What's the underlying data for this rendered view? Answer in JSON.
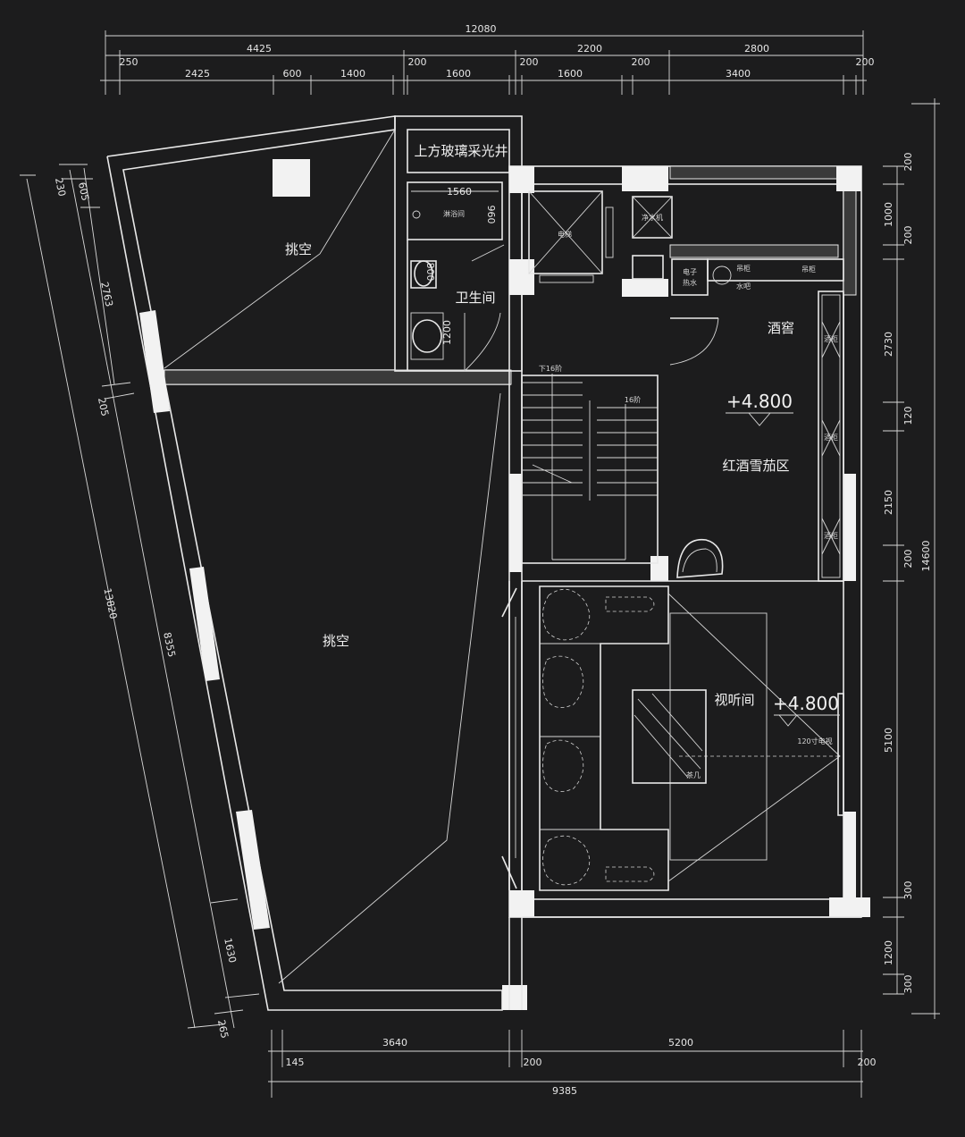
{
  "rooms": {
    "skylight": "上方玻璃采光井",
    "void_upper": "挑空",
    "void_lower": "挑空",
    "bathroom": "卫生间",
    "wine_cellar": "酒窖",
    "cigar_area": "红酒雪茄区",
    "av_room": "视听间"
  },
  "labels": {
    "shower": "淋浴间",
    "elevator": "电梯",
    "water_purifier": "净水机",
    "water_heater_1": "电子",
    "water_heater_2": "热水",
    "dispenser_1": "吊柜",
    "dispenser_2": "水吧",
    "sideboard": "吊柜",
    "cabinet_1": "酒柜",
    "cabinet_2": "酒柜",
    "cabinet_3": "酒柜",
    "stairs_down": "下16阶",
    "stairs_up": "16阶",
    "tv": "120寸电视",
    "coffee_table": "茶几"
  },
  "elevations": {
    "cigar": "+4.800",
    "av": "+4.800"
  },
  "dims_top": {
    "overall": "12080",
    "seg_4425": "4425",
    "seg_2200": "2200",
    "seg_2800": "2800",
    "seg_250": "250",
    "seg_2425": "2425",
    "seg_600": "600",
    "seg_1400": "1400",
    "seg_200a": "200",
    "seg_1600a": "1600",
    "seg_200b": "200",
    "seg_1600b": "1600",
    "seg_200c": "200",
    "seg_3400": "3400",
    "seg_200d": "200"
  },
  "dims_bath": {
    "w1560": "1560",
    "h960": "960",
    "h800": "800",
    "h1200": "1200"
  },
  "dims_right": {
    "r200a": "200",
    "r1000": "1000",
    "r200b": "200",
    "r2730": "2730",
    "r120": "120",
    "r2150": "2150",
    "r200c": "200",
    "r5100": "5100",
    "r300a": "300",
    "r1200": "1200",
    "r300b": "300",
    "overall": "14600"
  },
  "dims_left": {
    "l230": "230",
    "l605": "605",
    "l2763": "2763",
    "l205": "205",
    "l13820": "13820",
    "l8355": "8355",
    "l1630": "1630",
    "l265": "265"
  },
  "dims_bottom": {
    "b3640": "3640",
    "b5200": "5200",
    "b145": "145",
    "b200a": "200",
    "b200b": "200",
    "overall": "9385"
  }
}
